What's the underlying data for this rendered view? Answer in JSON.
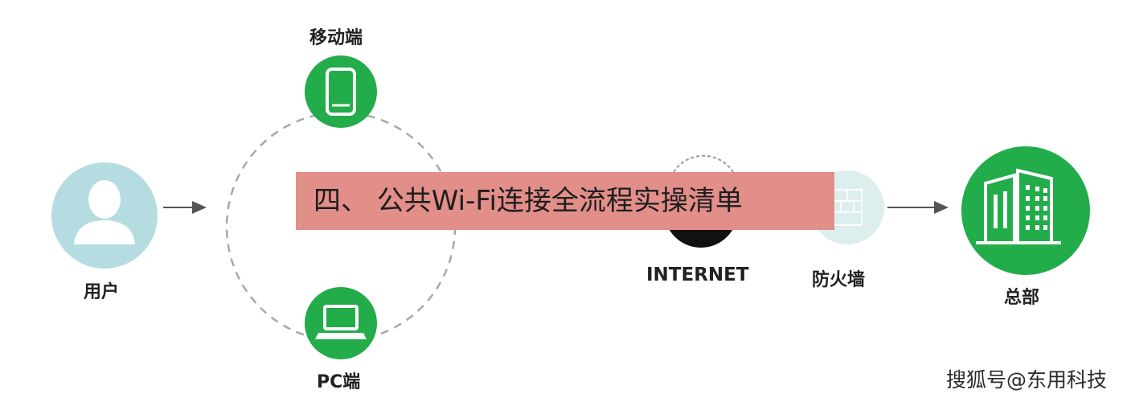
{
  "nodes": {
    "user": "用户",
    "mobile": "移动端",
    "pc": "PC端",
    "internet": "INTERNET",
    "firewall": "防火墙",
    "hq": "总部"
  },
  "banner": "四、 公共Wi-Fi连接全流程实操清单",
  "watermark": "搜狐号@东用科技",
  "colors": {
    "green": "#22ac4a",
    "light_blue": "#b4dce1",
    "banner": "#e28e89",
    "dash": "#a8a8a8",
    "arrow": "#555555"
  },
  "icons": [
    "user-icon",
    "phone-icon",
    "laptop-icon",
    "globe-icon",
    "brick-wall-icon",
    "building-icon"
  ]
}
